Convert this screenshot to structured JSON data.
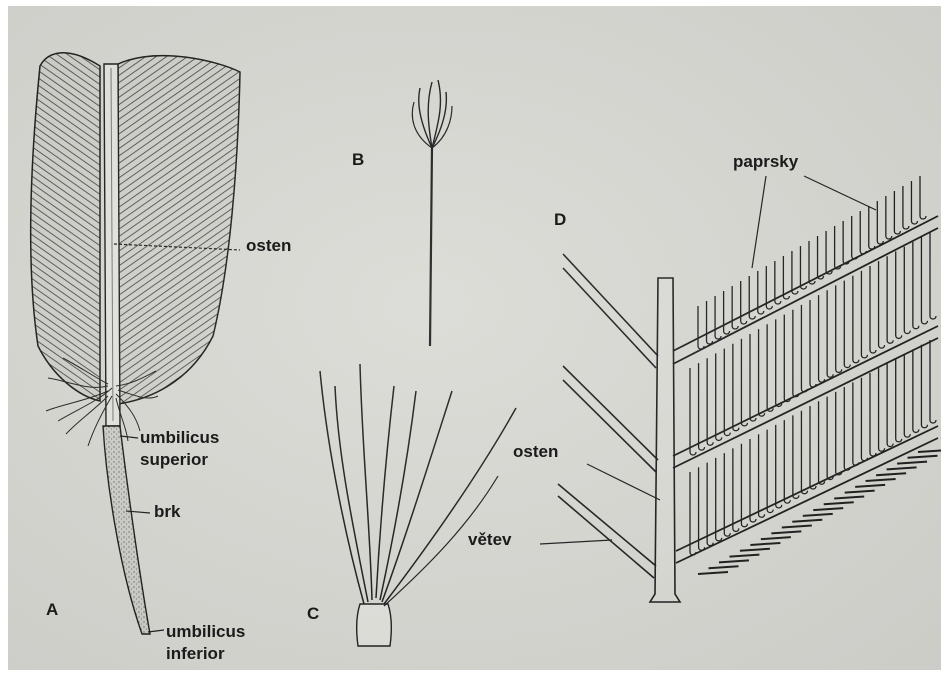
{
  "panels": {
    "A": "A",
    "B": "B",
    "C": "C",
    "D": "D"
  },
  "labels": {
    "osten_a": "osten",
    "umbilicus_superior_1": "umbilicus",
    "umbilicus_superior_2": "superior",
    "brk": "brk",
    "umbilicus_inferior_1": "umbilicus",
    "umbilicus_inferior_2": "inferior",
    "paprsky": "paprsky",
    "osten_d": "osten",
    "vetev": "větev"
  },
  "colors": {
    "paper": "#d9d9d4",
    "ink": "#1b1b1b"
  }
}
